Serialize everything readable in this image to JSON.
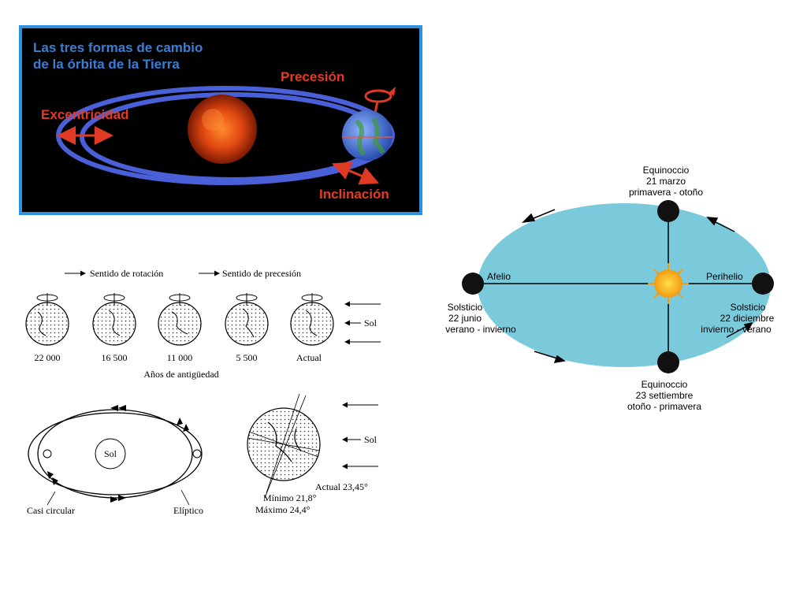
{
  "orbit_changes": {
    "title_line1": "Las tres formas de cambio",
    "title_line2": "de la órbita de la Tierra",
    "label_eccentricity": "Excentricidad",
    "label_precession": "Precesión",
    "label_inclination": "Inclinación",
    "colors": {
      "background": "#000000",
      "border": "#2f8fe0",
      "title": "#3a7fd6",
      "labels": "#e63a22",
      "orbit": "#4a60d8",
      "arrows": "#e03a25"
    },
    "icons": [
      "sun-icon",
      "earth-icon",
      "double-arrow-icon",
      "rotation-arrow-icon"
    ]
  },
  "precession_panel": {
    "legend_rotation": "Sentido de rotación",
    "legend_precession": "Sentido de precesión",
    "earth_labels": [
      "22 000",
      "16 500",
      "11 000",
      "5 500",
      "Actual"
    ],
    "sol_label": "Sol",
    "caption": "Años de antigüedad"
  },
  "eccentricity_panel": {
    "sol_label": "Sol",
    "label_circular": "Casi circular",
    "label_elliptic": "Elíptico",
    "sol_label_right": "Sol",
    "tilt_current": "Actual 23,45°",
    "tilt_min": "Mínimo 21,8°",
    "tilt_max": "Máximo 24,4°"
  },
  "seasons_panel": {
    "colors": {
      "ellipse": "#7bcadb",
      "earth": "#111111",
      "sun": "#f6b41c"
    },
    "top_line1": "Equinoccio",
    "top_line2": "21 marzo",
    "top_line3": "primavera - otoño",
    "left_name": "Afelio",
    "left_line1": "Solsticio",
    "left_line2": "22 junio",
    "left_line3": "verano - invierno",
    "right_name": "Perihelio",
    "right_line1": "Solsticio",
    "right_line2": "22 diciembre",
    "right_line3": "invierno - verano",
    "bottom_line1": "Equinoccio",
    "bottom_line2": "23 settiembre",
    "bottom_line3": "otoño - primavera"
  }
}
